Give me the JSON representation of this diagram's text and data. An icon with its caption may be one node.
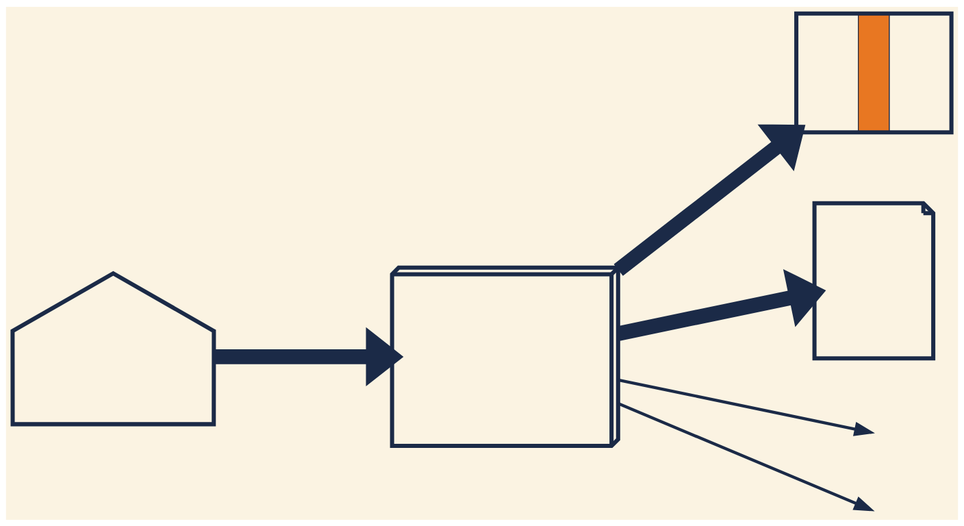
{
  "diagram": {
    "nodes": [
      {
        "text": [],
        "shape": "picture"
      },
      {
        "text": [],
        "shape": "picture"
      },
      {
        "text": [],
        "shape": "picture"
      },
      {
        "text": [],
        "shape": "picture"
      }
    ],
    "edges": [
      {
        "from": 0,
        "to": 1,
        "arrow": "to"
      },
      {
        "from": 1,
        "to": 2,
        "arrow": "to"
      },
      {
        "from": 1,
        "to": 3,
        "arrow": "to"
      },
      {
        "from": 1,
        "to": null,
        "arrow": "to"
      },
      {
        "from": 1,
        "to": null,
        "arrow": "to"
      }
    ]
  }
}
